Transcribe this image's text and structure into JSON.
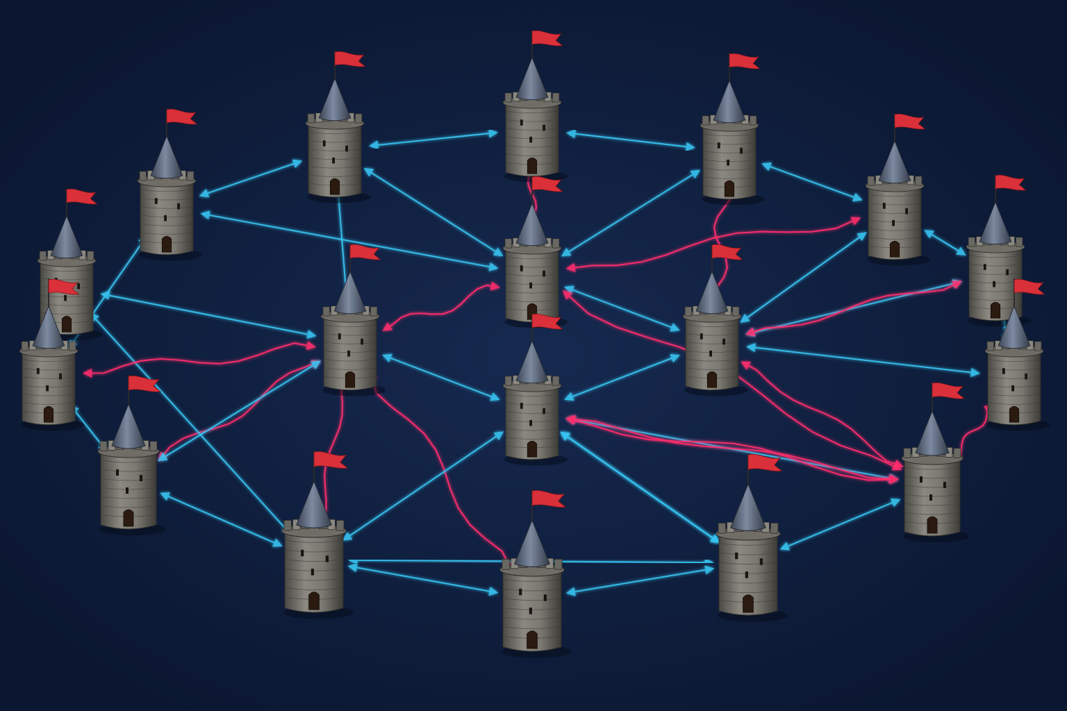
{
  "colors": {
    "background": "#0c1a36",
    "background_glow": "#16294f",
    "link_blue": "#37c3f0",
    "link_red": "#ff2f6d",
    "flag_red": "#d9303a",
    "stone_light": "#8a8880",
    "stone_dark": "#4a4944",
    "roof_slate": "#5d6b82",
    "door": "#2a1a10"
  },
  "icons": {
    "node": "castle-tower-icon",
    "node_flag": "red-pennant-icon",
    "blue_link": "bidirectional-blue-arrow",
    "red_link": "bidirectional-red-wavy-arrow"
  },
  "towers": [
    {
      "id": "t1",
      "flag": true
    },
    {
      "id": "t2",
      "flag": true
    },
    {
      "id": "t3",
      "flag": true
    },
    {
      "id": "t4",
      "flag": true
    },
    {
      "id": "t5",
      "flag": true
    },
    {
      "id": "t6",
      "flag": true
    },
    {
      "id": "t7",
      "flag": true
    },
    {
      "id": "t8",
      "flag": true
    },
    {
      "id": "t9",
      "flag": true
    },
    {
      "id": "t10",
      "flag": true
    },
    {
      "id": "t11",
      "flag": true
    },
    {
      "id": "t12",
      "flag": true
    },
    {
      "id": "t13",
      "flag": true
    },
    {
      "id": "t14",
      "flag": true
    },
    {
      "id": "t15",
      "flag": true
    },
    {
      "id": "t16",
      "flag": true
    },
    {
      "id": "t17",
      "flag": true
    },
    {
      "id": "t18",
      "flag": true
    },
    {
      "id": "t19",
      "flag": true
    },
    {
      "id": "t20",
      "flag": true
    }
  ],
  "links": [
    {
      "from": "t2",
      "to": "t3",
      "kind": "blue"
    },
    {
      "from": "t3",
      "to": "t4",
      "kind": "blue"
    },
    {
      "from": "t4",
      "to": "t5",
      "kind": "blue"
    },
    {
      "from": "t5",
      "to": "t6",
      "kind": "blue"
    },
    {
      "from": "t1",
      "to": "t2",
      "kind": "blue"
    },
    {
      "from": "t6",
      "to": "t7",
      "kind": "blue"
    },
    {
      "from": "t2",
      "to": "t10",
      "kind": "blue"
    },
    {
      "from": "t3",
      "to": "t10",
      "kind": "blue"
    },
    {
      "from": "t3",
      "to": "t11",
      "kind": "blue"
    },
    {
      "from": "t5",
      "to": "t10",
      "kind": "blue"
    },
    {
      "from": "t6",
      "to": "t10",
      "kind": "red"
    },
    {
      "from": "t5",
      "to": "t12",
      "kind": "red"
    },
    {
      "from": "t4",
      "to": "t10",
      "kind": "red"
    },
    {
      "from": "t10",
      "to": "t11",
      "kind": "red"
    },
    {
      "from": "t10",
      "to": "t12",
      "kind": "blue"
    },
    {
      "from": "t6",
      "to": "t12",
      "kind": "blue"
    },
    {
      "from": "t9",
      "to": "t11",
      "kind": "red"
    },
    {
      "from": "t8",
      "to": "t11",
      "kind": "blue"
    },
    {
      "from": "t8",
      "to": "t14",
      "kind": "blue"
    },
    {
      "from": "t11",
      "to": "t13",
      "kind": "blue"
    },
    {
      "from": "t11",
      "to": "t15",
      "kind": "red"
    },
    {
      "from": "t11",
      "to": "t14",
      "kind": "red"
    },
    {
      "from": "t12",
      "to": "t20",
      "kind": "blue"
    },
    {
      "from": "t12",
      "to": "t19",
      "kind": "blue"
    },
    {
      "from": "t12",
      "to": "t18",
      "kind": "red"
    },
    {
      "from": "t12",
      "to": "t13",
      "kind": "blue"
    },
    {
      "from": "t13",
      "to": "t14",
      "kind": "blue"
    },
    {
      "from": "t13",
      "to": "t15",
      "kind": "blue"
    },
    {
      "from": "t13",
      "to": "t16",
      "kind": "blue"
    },
    {
      "from": "t13",
      "to": "t17",
      "kind": "blue"
    },
    {
      "from": "t13",
      "to": "t18",
      "kind": "red"
    },
    {
      "from": "t13",
      "to": "t18",
      "kind": "red"
    },
    {
      "from": "t10",
      "to": "t18",
      "kind": "red"
    },
    {
      "from": "t10",
      "to": "t15",
      "kind": "blue"
    },
    {
      "from": "t16",
      "to": "t13",
      "kind": "blue"
    },
    {
      "from": "t15",
      "to": "t14",
      "kind": "blue"
    },
    {
      "from": "t15",
      "to": "t16",
      "kind": "blue"
    },
    {
      "from": "t16",
      "to": "t17",
      "kind": "blue"
    },
    {
      "from": "t17",
      "to": "t18",
      "kind": "blue"
    },
    {
      "from": "t18",
      "to": "t19",
      "kind": "red"
    },
    {
      "from": "t19",
      "to": "t7",
      "kind": "blue"
    },
    {
      "from": "t20",
      "to": "t7",
      "kind": "blue"
    },
    {
      "from": "t20",
      "to": "t12",
      "kind": "red"
    },
    {
      "from": "t19",
      "to": "t20",
      "kind": "blue"
    },
    {
      "from": "t9",
      "to": "t14",
      "kind": "blue"
    },
    {
      "from": "t9",
      "to": "t1",
      "kind": "blue"
    },
    {
      "from": "t1",
      "to": "t11",
      "kind": "red"
    },
    {
      "from": "t9",
      "to": "t11",
      "kind": "blue"
    },
    {
      "from": "t14",
      "to": "t16",
      "kind": "blue"
    }
  ]
}
